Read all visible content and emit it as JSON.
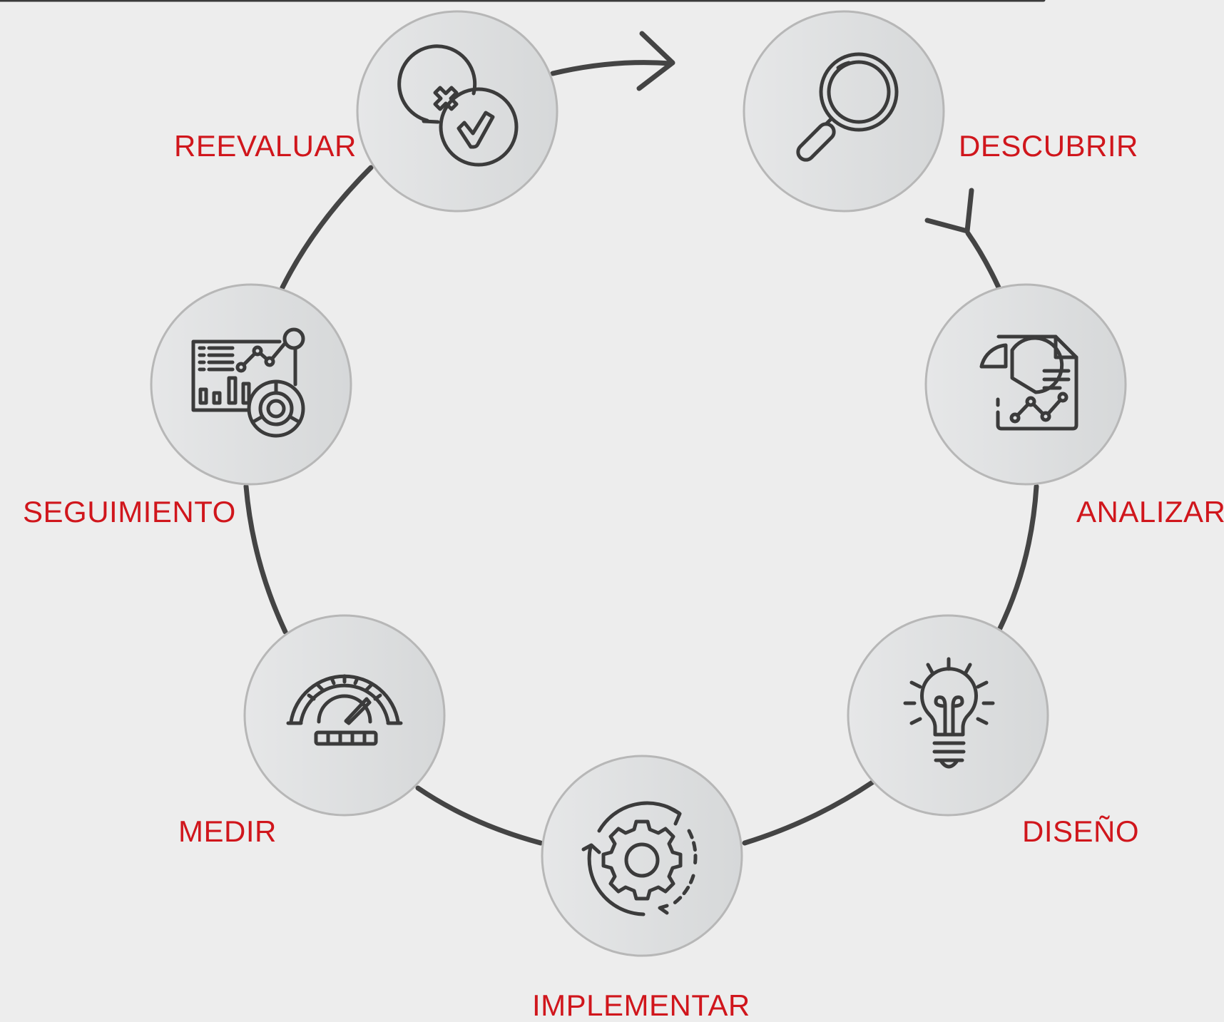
{
  "colors": {
    "background": "#ededed",
    "ring": "#444444",
    "node_fill": "#dcdedf",
    "node_border": "#b5b5b5",
    "icon": "#3b3b3b",
    "label": "#d0161c"
  },
  "steps": [
    {
      "label": "DESCUBRIR",
      "icon": "magnifier-icon"
    },
    {
      "label": "ANALIZAR",
      "icon": "report-chart-icon"
    },
    {
      "label": "DISEÑO",
      "icon": "lightbulb-icon"
    },
    {
      "label": "IMPLEMENTAR",
      "icon": "gear-cycle-icon"
    },
    {
      "label": "MEDIR",
      "icon": "speedometer-icon"
    },
    {
      "label": "SEGUIMIENTO",
      "icon": "dashboard-icon"
    },
    {
      "label": "REEVALUAR",
      "icon": "cross-check-icon"
    }
  ]
}
